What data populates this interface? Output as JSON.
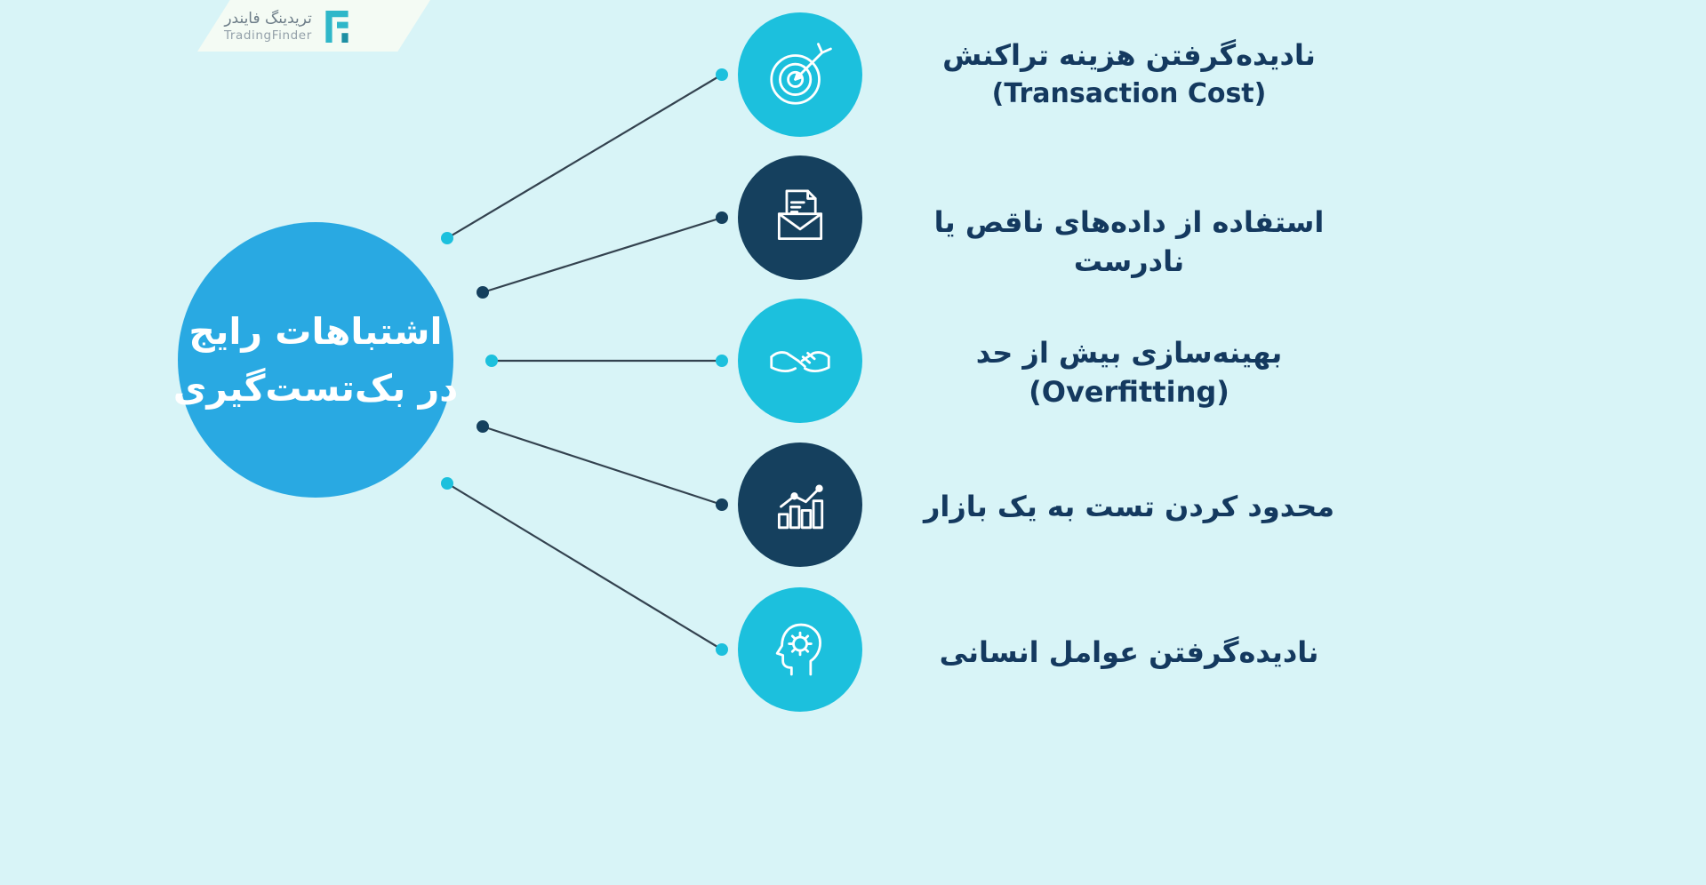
{
  "logo": {
    "brand_fa": "تریدینگ فایندر",
    "brand_en": "TradingFinder"
  },
  "main_circle": {
    "line1": "اشتباهات رایج",
    "line2": "در بک‌تست‌گیری"
  },
  "items": [
    {
      "id": "transaction-cost",
      "icon": "target-icon",
      "circle_color": "#1cc0dd",
      "label_line1": "نادیده‌گرفتن هزینه تراکنش",
      "label_line2": "(Transaction Cost)"
    },
    {
      "id": "bad-data",
      "icon": "mail-document-icon",
      "circle_color": "#15405e",
      "label": "استفاده از داده‌های ناقص یا نادرست"
    },
    {
      "id": "overfitting",
      "icon": "handshake-icon",
      "circle_color": "#1cc0dd",
      "label": "بهینه‌سازی بیش از حد (Overfitting)"
    },
    {
      "id": "single-market",
      "icon": "bar-chart-icon",
      "circle_color": "#15405e",
      "label": "محدود کردن تست به یک بازار"
    },
    {
      "id": "human-factors",
      "icon": "head-gear-icon",
      "circle_color": "#1cc0dd",
      "label": "نادیده‌گرفتن عوامل انسانی"
    }
  ],
  "colors": {
    "background": "#d8f4f7",
    "main_circle": "#29a9e2",
    "node_cyan": "#1cc0dd",
    "node_dark": "#15405e",
    "connector_line": "#33424f",
    "label_text": "#14395f",
    "brand_teal": "#2fb7c9"
  }
}
